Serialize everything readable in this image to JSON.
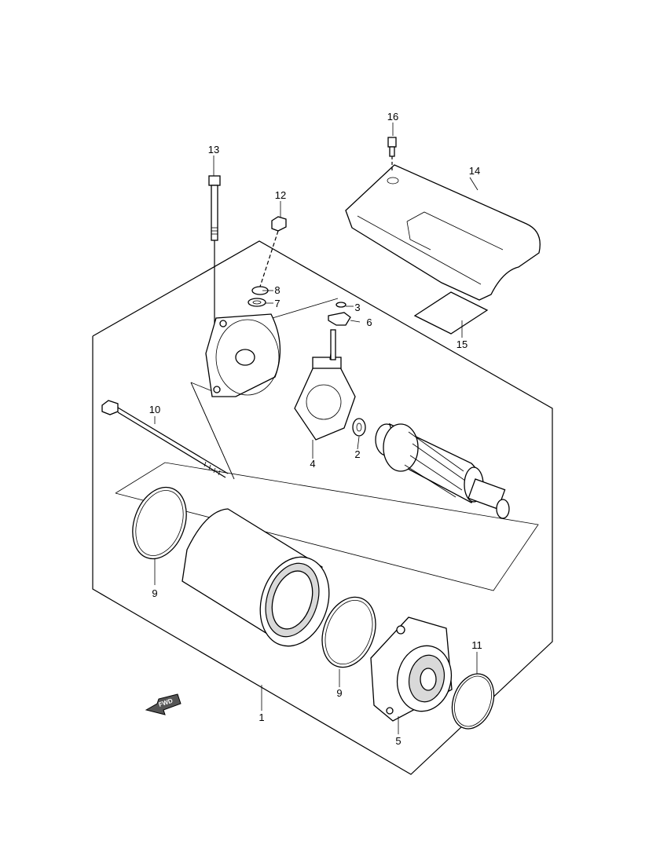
{
  "callouts": {
    "c1": "1",
    "c2": "2",
    "c3": "3",
    "c4": "4",
    "c5": "5",
    "c6": "6",
    "c7": "7",
    "c8": "8",
    "c9a": "9",
    "c9b": "9",
    "c10": "10",
    "c11": "11",
    "c12": "12",
    "c13": "13",
    "c14": "14",
    "c15": "15",
    "c16": "16"
  },
  "direction_marker": {
    "label": "FWD",
    "icon": "arrow-left-down-icon"
  },
  "colors": {
    "line": "#000000",
    "background": "#ffffff",
    "shade": "#d9d9d9"
  }
}
